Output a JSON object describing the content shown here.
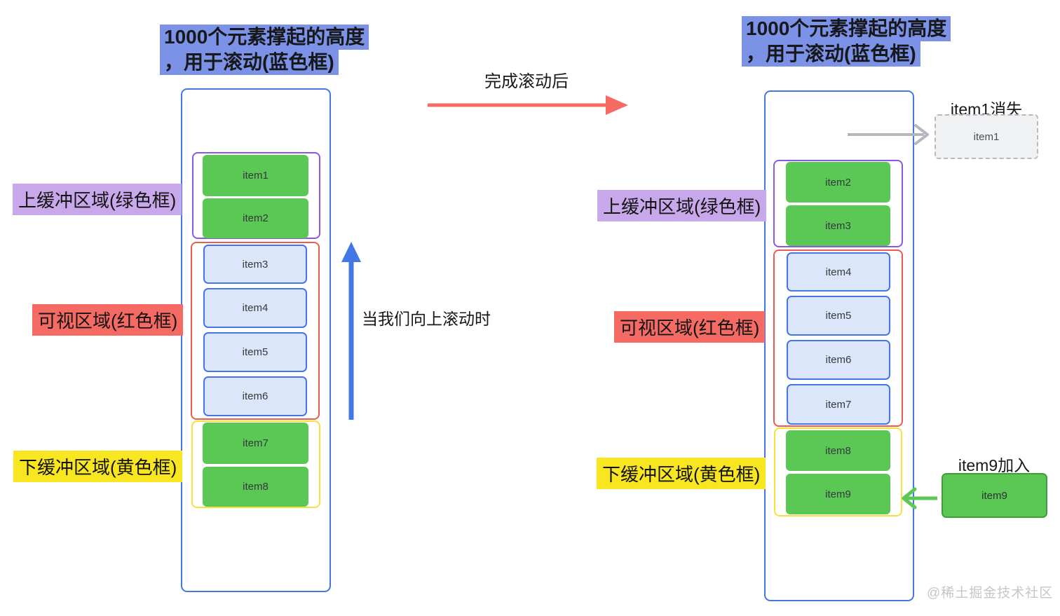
{
  "diagram": {
    "left": {
      "title_line1": "1000个元素撑起的高度",
      "title_line2": "，用于滚动(蓝色框)",
      "upper_buffer_label": "上缓冲区域(绿色框)",
      "visible_label": "可视区域(红色框)",
      "lower_buffer_label": "下缓冲区域(黄色框)",
      "upper_buffer_items": [
        "item1",
        "item2"
      ],
      "visible_items": [
        "item3",
        "item4",
        "item5",
        "item6"
      ],
      "lower_buffer_items": [
        "item7",
        "item8"
      ]
    },
    "middle": {
      "scroll_done_label": "完成滚动后",
      "scroll_up_label": "当我们向上滚动时"
    },
    "right": {
      "title_line1": "1000个元素撑起的高度",
      "title_line2": "，用于滚动(蓝色框)",
      "upper_buffer_label": "上缓冲区域(绿色框)",
      "visible_label": "可视区域(红色框)",
      "lower_buffer_label": "下缓冲区域(黄色框)",
      "upper_buffer_items": [
        "item2",
        "item3"
      ],
      "visible_items": [
        "item4",
        "item5",
        "item6",
        "item7"
      ],
      "lower_buffer_items": [
        "item8",
        "item9"
      ],
      "removed_annotation": {
        "label": "item1消失",
        "item": "item1"
      },
      "added_annotation": {
        "label": "item9加入",
        "item": "item9"
      }
    },
    "watermark": "@稀土掘金技术社区",
    "colors": {
      "scroll_container_border": "#4377e6",
      "upper_buffer_border": "#8c57e8",
      "visible_area_border": "#ee5a52",
      "lower_buffer_border": "#f8e13c",
      "buffer_item_fill": "#5bc755",
      "visible_item_fill": "#dbe6fa",
      "visible_item_border": "#4377e6",
      "title_highlight": "#7c92e6",
      "upper_buffer_highlight": "#c8a8ea",
      "visible_highlight": "#f56b63",
      "lower_buffer_highlight": "#f8e620",
      "scroll_done_arrow": "#f56b63",
      "scroll_up_arrow": "#4377e6",
      "removed_arrow": "#b4b8be",
      "added_arrow": "#5bc755"
    }
  }
}
